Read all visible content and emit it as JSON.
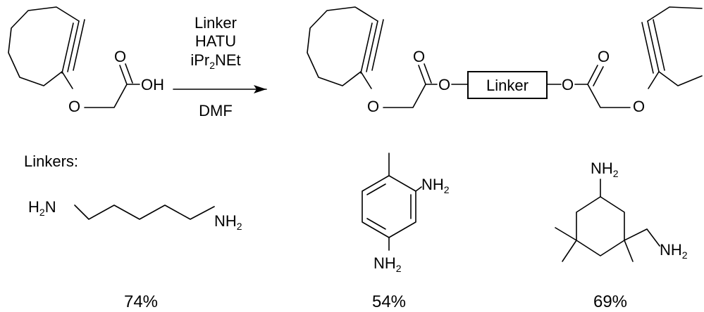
{
  "reagents": {
    "linker": "Linker",
    "hatu": "HATU",
    "base_prefix": "iPr",
    "base_sub": "2",
    "base_suffix": "NEt",
    "solvent": "DMF"
  },
  "reactant": {
    "oh": "OH",
    "o_carbonyl": "O",
    "o_ether": "O"
  },
  "product": {
    "o_carbonyl_left": "O",
    "o_ether_left": "O",
    "o_ester_left": "O",
    "box_label": "Linker",
    "o_ester_right": "O",
    "o_carbonyl_right": "O",
    "o_ether_right": "O"
  },
  "linkers_heading": "Linkers:",
  "amine": {
    "nh": "NH",
    "h2n": "H",
    "h2n_sub": "2",
    "h2n_tail": "N",
    "sub": "2"
  },
  "yields": [
    "74%",
    "54%",
    "69%"
  ]
}
